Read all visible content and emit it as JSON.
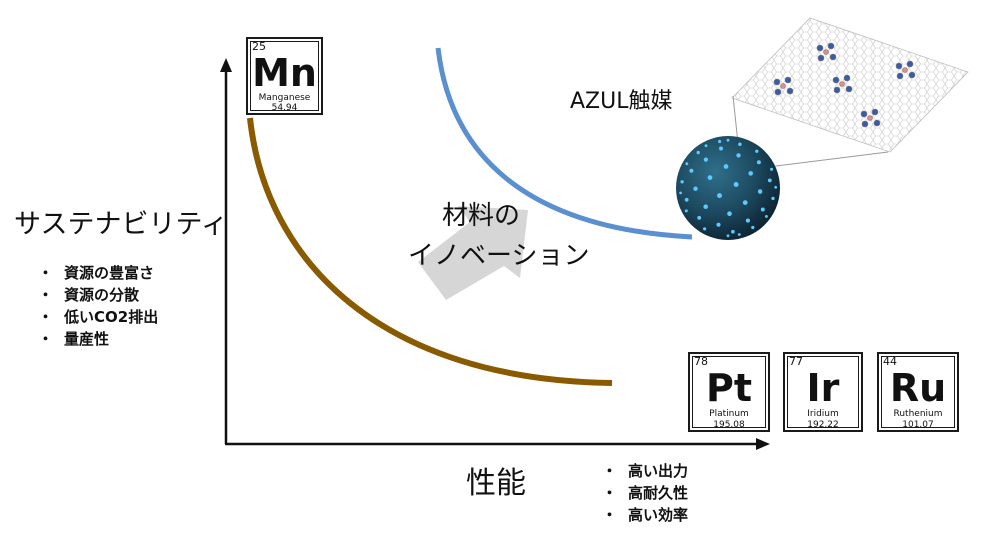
{
  "colors": {
    "legacy_curve": "#8a5a00",
    "innovation_curve": "#5a8fd0",
    "arrow": "#d6d6d6",
    "sphere": "#1f4f66",
    "sphere_dots": "#5fc8ff",
    "axis": "#111111"
  },
  "axes": {
    "y_label": "サステナビリティ",
    "x_label": "性能"
  },
  "sustainability_points": [
    "資源の豊富さ",
    "資源の分散",
    "低いCO2排出",
    "量産性"
  ],
  "performance_points": [
    "高い出力",
    "高耐久性",
    "高い効率"
  ],
  "innovation": {
    "line1": "材料の",
    "line2": "イノベーション"
  },
  "catalyst": {
    "label": "AZUL触媒"
  },
  "elements": {
    "mn": {
      "number": "25",
      "symbol": "Mn",
      "name": "Manganese",
      "mass": "54.94"
    },
    "pt": {
      "number": "78",
      "symbol": "Pt",
      "name": "Platinum",
      "mass": "195.08"
    },
    "ir": {
      "number": "77",
      "symbol": "Ir",
      "name": "Iridium",
      "mass": "192.22"
    },
    "ru": {
      "number": "44",
      "symbol": "Ru",
      "name": "Ruthenium",
      "mass": "101.07"
    }
  }
}
